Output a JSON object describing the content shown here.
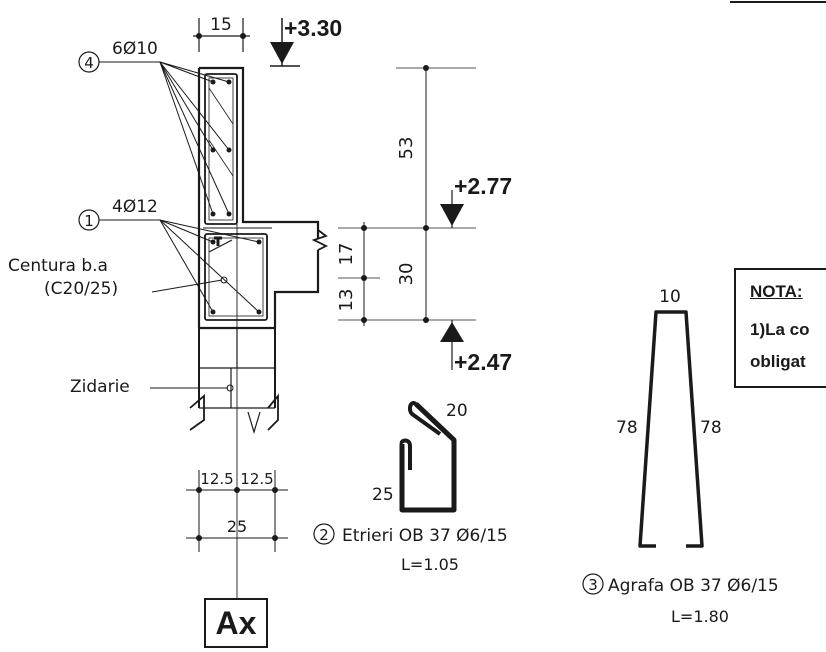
{
  "section": {
    "dim_top_width": "15",
    "level_top": "+3.30",
    "label_4_num": "4",
    "label_4_text": "6Ø10",
    "label_1_num": "1",
    "label_1_text": "4Ø12",
    "centura_line1": "Centura b.a",
    "centura_line2": "(C20/25)",
    "zidarie": "Zidarie",
    "dim_half_left": "12.5",
    "dim_half_right": "12.5",
    "dim_total": "25",
    "axis_label": "Ax"
  },
  "elevation": {
    "dim_53": "53",
    "dim_17": "17",
    "dim_13": "13",
    "dim_30": "30",
    "level_mid": "+2.77",
    "level_bottom": "+2.47"
  },
  "stirrup": {
    "num": "2",
    "title": "Etrieri OB 37 Ø6/15",
    "length": "L=1.05",
    "dim_hook": "20",
    "dim_side": "25"
  },
  "agrafa": {
    "num": "3",
    "title": "Agrafa OB 37 Ø6/15",
    "length": "L=1.80",
    "dim_top": "10",
    "dim_left": "78",
    "dim_right": "78"
  },
  "nota": {
    "title": "NOTA:",
    "line1": "1)La co",
    "line2": "obligat"
  }
}
